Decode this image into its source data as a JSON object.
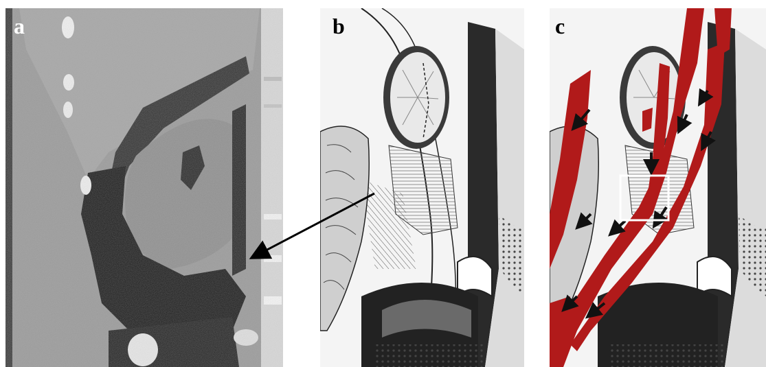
{
  "figure": {
    "panels": [
      {
        "label": "a",
        "kind": "CT scan"
      },
      {
        "label": "b",
        "kind": "anatomical illustration"
      },
      {
        "label": "c",
        "kind": "anatomical illustration with highlighted spaces"
      }
    ],
    "colors": {
      "highlight": "#b11a1a",
      "box": "#ffffff",
      "ct_dark": "#1e1e1e",
      "ct_mid": "#8c8c8c"
    }
  }
}
